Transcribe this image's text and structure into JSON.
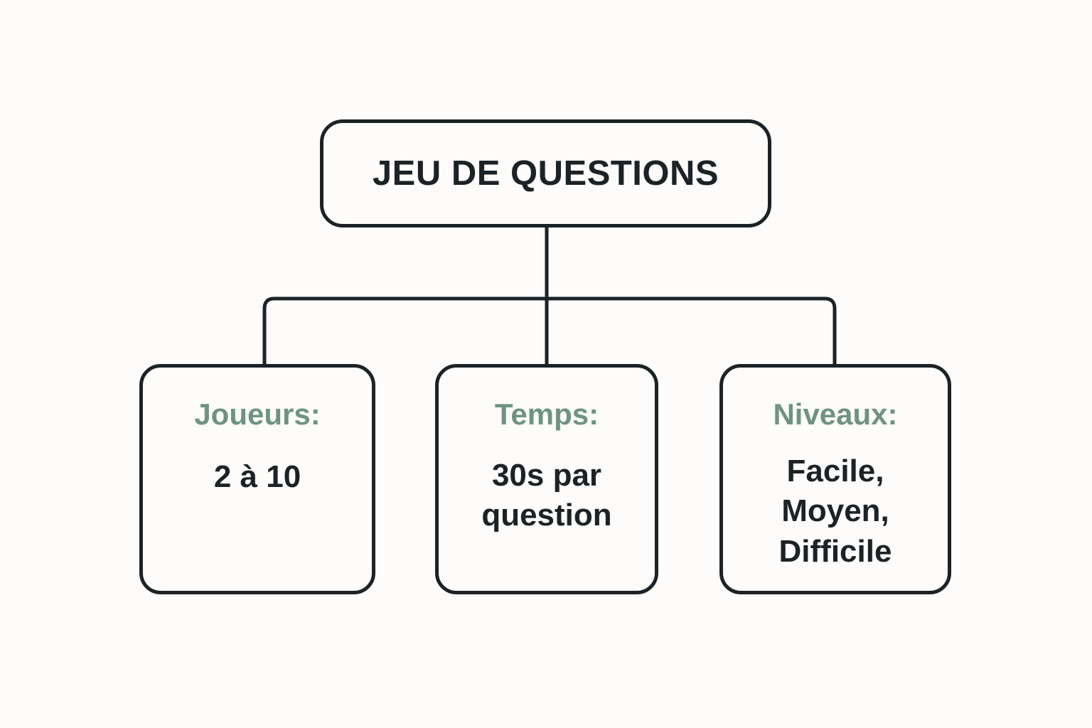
{
  "canvas": {
    "background_color": "#fdfcfa",
    "stroke_color": "#1b2327",
    "accent_color": "#6e9383"
  },
  "diagram": {
    "type": "tree",
    "root": {
      "title": "JEU DE QUESTIONS"
    },
    "children": [
      {
        "label": "Joueurs:",
        "value": "2 à 10"
      },
      {
        "label": "Temps:",
        "value": "30s par question"
      },
      {
        "label": "Niveaux:",
        "value": "Facile, Moyen, Difficile"
      }
    ]
  }
}
